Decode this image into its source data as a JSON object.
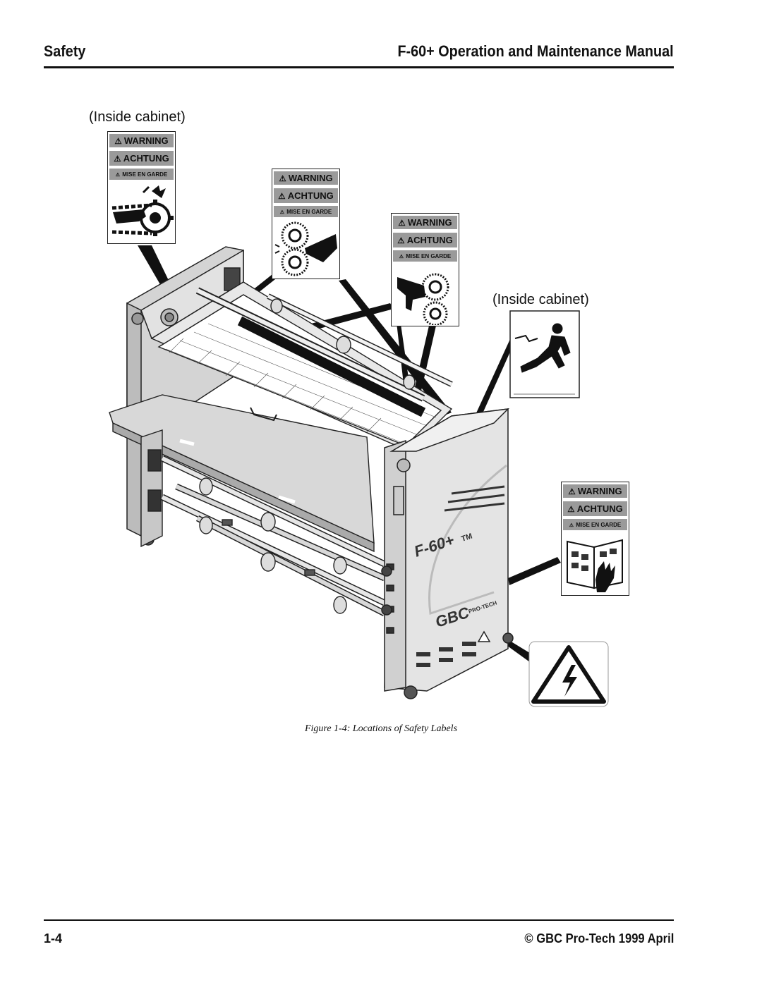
{
  "header": {
    "section": "Safety",
    "manual_title": "F-60+ Operation and Maintenance Manual"
  },
  "callouts": {
    "inside_cabinet_left": "(Inside cabinet)",
    "inside_cabinet_right": "(Inside cabinet)"
  },
  "safety_labels": [
    {
      "warning": "WARNING",
      "achtung": "ACHTUNG",
      "mise": "MISE EN GARDE",
      "pictogram": "chain-sprocket-hand-icon"
    },
    {
      "warning": "WARNING",
      "achtung": "ACHTUNG",
      "mise": "MISE EN GARDE",
      "pictogram": "roller-nip-hand-icon"
    },
    {
      "warning": "WARNING",
      "achtung": "ACHTUNG",
      "mise": "MISE EN GARDE",
      "pictogram": "roller-nip-hand-icon"
    },
    {
      "warning": "WARNING",
      "achtung": "ACHTUNG",
      "mise": "MISE EN GARDE",
      "pictogram": "read-manual-icon"
    }
  ],
  "machine": {
    "model_mark": "F-60+",
    "tm": "TM",
    "brand": "GBC",
    "brand_sub": "PRO-TECH"
  },
  "figure_caption": "Figure 1-4: Locations of Safety Labels",
  "footer": {
    "page_number": "1-4",
    "copyright": "© GBC Pro-Tech 1999 April"
  }
}
